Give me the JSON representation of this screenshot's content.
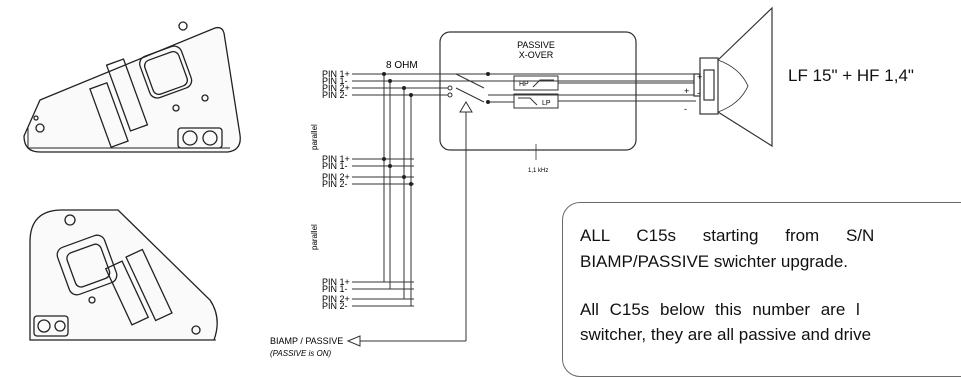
{
  "diagram": {
    "ohm_label": "8 OHM",
    "xover_title_line1": "PASSIVE",
    "xover_title_line2": "X-OVER",
    "hp_label": "HP",
    "lp_label": "LP",
    "freq_label": "1,1 kHz",
    "pins": [
      "PIN 1+",
      "PIN 1-",
      "PIN 2+",
      "PIN 2-"
    ],
    "parallel_label": "parallel",
    "biamp_label": "BIAMP / PASSIVE",
    "passive_note": "(PASSIVE is ON)",
    "plus_sign": "+",
    "minus_sign": "-",
    "driver_label": "LF 15\" + HF 1,4\""
  },
  "note": {
    "line1": "ALL C15s starting from S/N",
    "line2": "BIAMP/PASSIVE swichter upgrade.",
    "line3": "All C15s below this number are l",
    "line4": "switcher, they are all passive and drive"
  }
}
